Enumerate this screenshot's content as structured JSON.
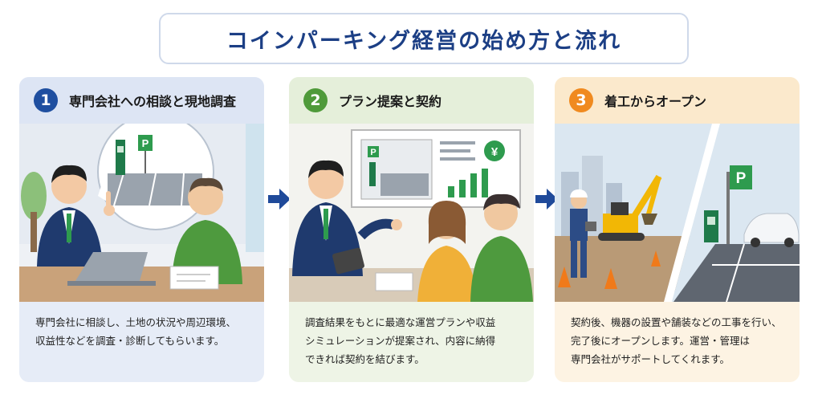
{
  "title": "コインパーキング経営の始め方と流れ",
  "steps": [
    {
      "number": "1",
      "label": "専門会社への相談と現地調査",
      "desc_lines": [
        "専門会社に相談し、土地の状況や周辺環境、",
        "収益性などを調査・診断してもらいます。"
      ],
      "accent": "#1f4fa0",
      "sign": "P"
    },
    {
      "number": "2",
      "label": "プラン提案と契約",
      "desc_lines": [
        "調査結果をもとに最適な運営プランや収益",
        "シミュレーションが提案され、内容に納得",
        "できれば契約を結びます。"
      ],
      "accent": "#4f9a3a",
      "sign": "P",
      "currency": "¥"
    },
    {
      "number": "3",
      "label": "着工からオープン",
      "desc_lines": [
        "契約後、機器の設置や舗装などの工事を行い、",
        "完了後にオープンします。運営・管理は",
        "専門会社がサポートしてくれます。"
      ],
      "accent": "#f08a1f",
      "sign": "P"
    }
  ],
  "arrow_color": "#1f4a9a"
}
